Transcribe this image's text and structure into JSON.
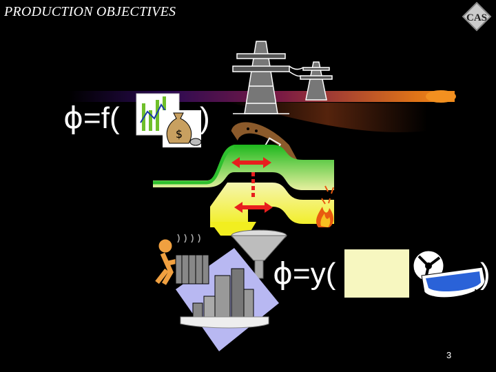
{
  "slide": {
    "title": "PRODUCTION OBJECTIVES",
    "page_number": "3",
    "logo_text": "CAS",
    "formula_f": {
      "symbol": "ϕ",
      "text": "=f(",
      "close": ")"
    },
    "formula_y": {
      "symbol": "ϕ",
      "text": "=y(",
      "close": ")"
    },
    "accent_colors": {
      "beam": "#e87a1a",
      "green_flow": "#3bb32b",
      "yellow_flow": "#f7f79a",
      "arrows": "#e81e1e"
    }
  }
}
